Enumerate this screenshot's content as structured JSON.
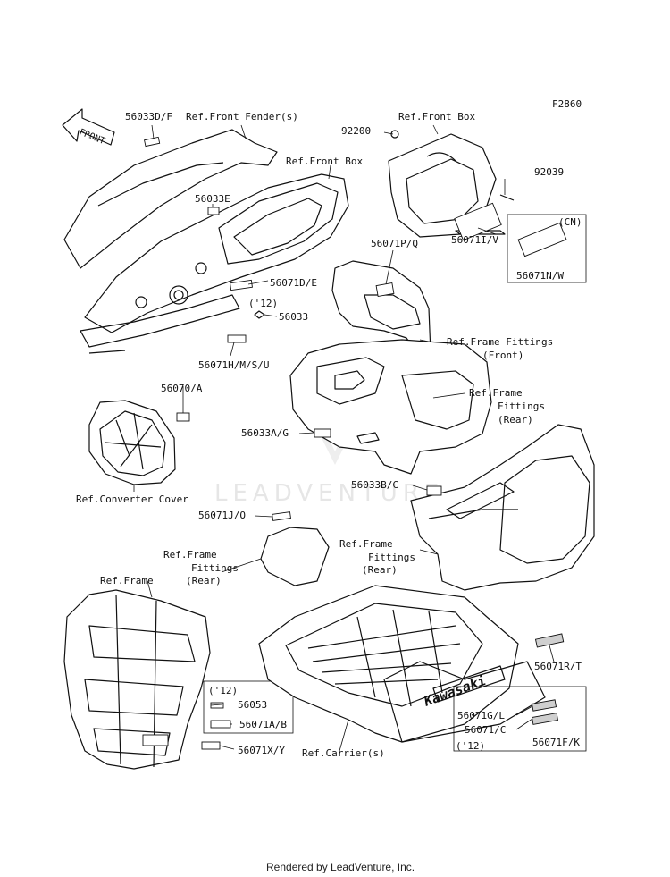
{
  "figure_code": "F2860",
  "watermark": "LEADVENTURE",
  "footer": "Rendered by LeadVenture, Inc.",
  "front_arrow": "FRONT",
  "callouts": {
    "c1": "56033D/F",
    "c2": "Ref.Front Fender(s)",
    "c3": "Ref.Front Box",
    "c4": "92200",
    "c5": "Ref.Front Box",
    "c6": "92039",
    "c7": "56033E",
    "c8": "(CN)",
    "c9": "56071I/V",
    "c10": "56071N/W",
    "c11": "56071P/Q",
    "c12": "56071D/E",
    "c13": "('12)",
    "c14": "56033",
    "c15": "56071H/M/S/U",
    "c16": "Ref.Frame Fittings",
    "c17": "(Front)",
    "c18": "56070/A",
    "c19": "Ref.Frame",
    "c20": "Fittings",
    "c21": "(Rear)",
    "c22": "56033A/G",
    "c23": "56033B/C",
    "c24": "Ref.Converter Cover",
    "c25": "56071J/O",
    "c26": "Ref.Frame",
    "c27": "Fittings",
    "c28": "(Rear)",
    "c29": "Ref.Frame",
    "c30": "Fittings",
    "c31": "(Rear)",
    "c32": "Ref.Frame",
    "c33": "('12)",
    "c34": "56053",
    "c35": "56071A/B",
    "c36": "56071X/Y",
    "c37": "Ref.Carrier(s)",
    "c38": "56071R/T",
    "c39": "56071G/L",
    "c40": "56071/C",
    "c41": "('12)",
    "c42": "56071F/K"
  }
}
